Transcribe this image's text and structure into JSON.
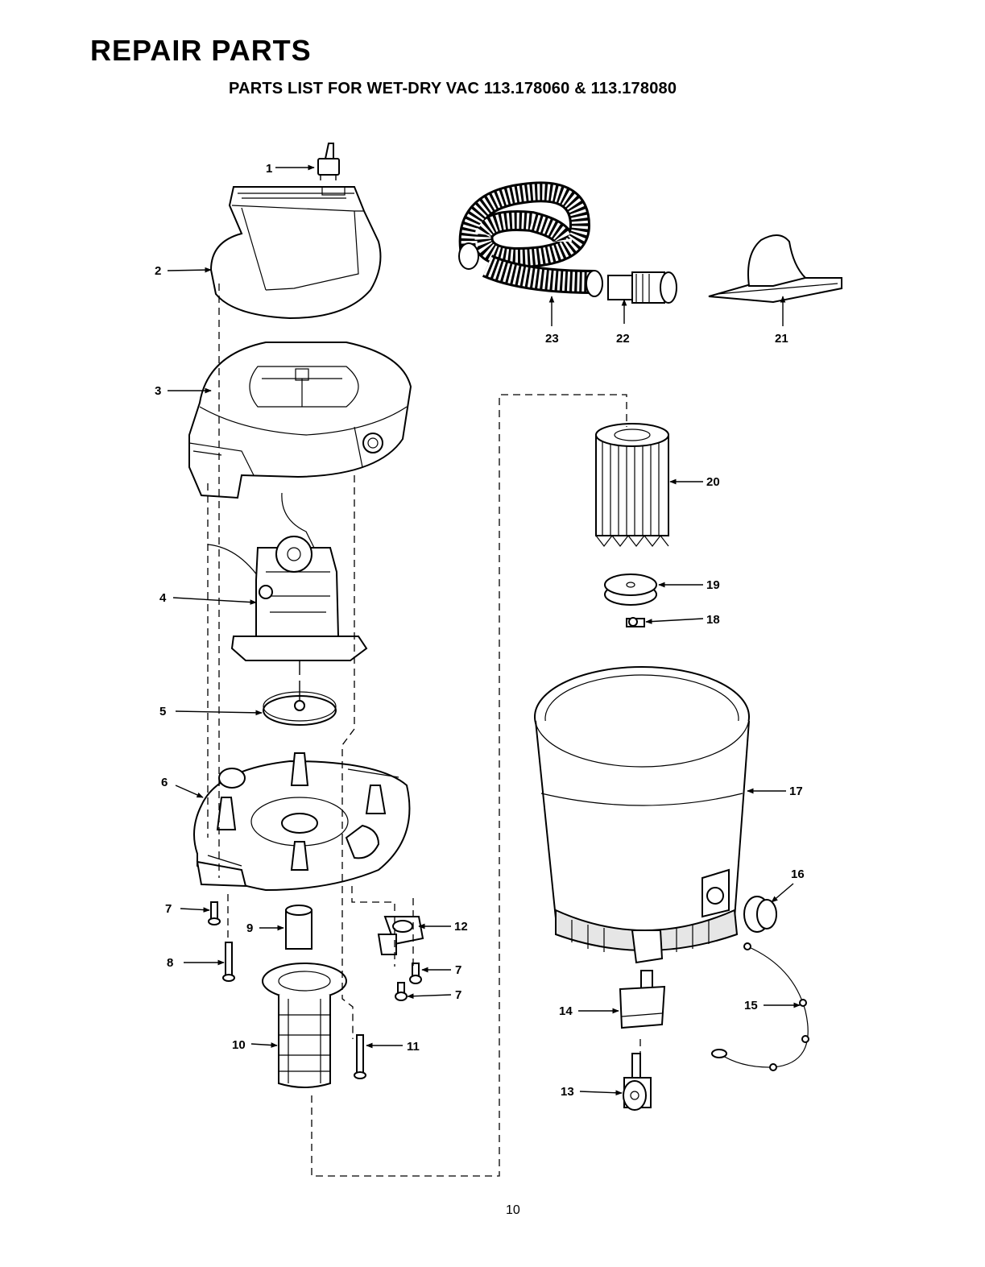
{
  "header": {
    "title": "REPAIR PARTS",
    "subtitle": "PARTS LIST FOR WET-DRY VAC 113.178060 & 113.178080"
  },
  "callouts": {
    "c1": "1",
    "c2": "2",
    "c3": "3",
    "c4": "4",
    "c5": "5",
    "c6": "6",
    "c7a": "7",
    "c7b": "7",
    "c7c": "7",
    "c8": "8",
    "c9": "9",
    "c10": "10",
    "c11": "11",
    "c12": "12",
    "c13": "13",
    "c14": "14",
    "c15": "15",
    "c16": "16",
    "c17": "17",
    "c18": "18",
    "c19": "19",
    "c20": "20",
    "c21": "21",
    "c22": "22",
    "c23": "23"
  },
  "footer": {
    "page_number": "10"
  }
}
